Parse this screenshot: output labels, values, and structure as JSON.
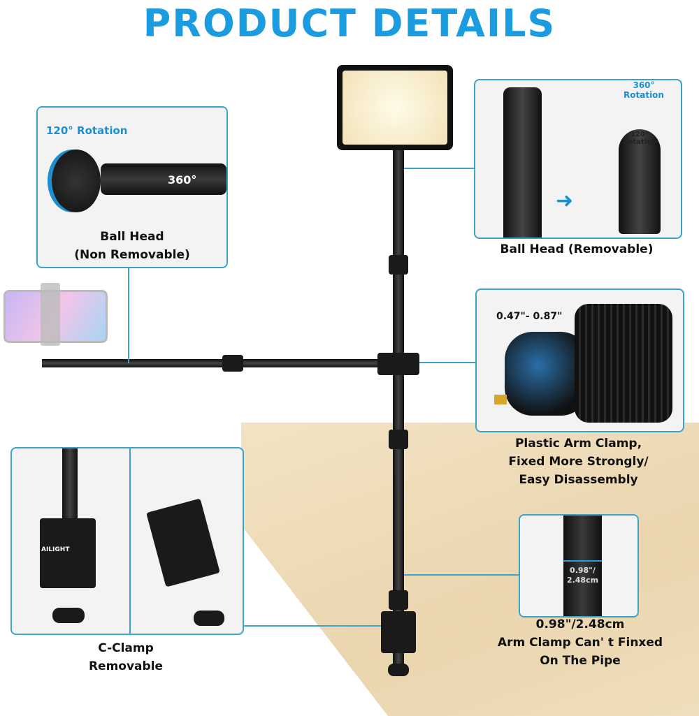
{
  "title": "PRODUCT DETAILS",
  "ball_head_fixed": {
    "rotation": "120° Rotation",
    "swivel": "360°",
    "label_line1": "Ball Head",
    "label_line2": "(Non Removable)"
  },
  "ball_head_removable": {
    "rotation_360": "360°",
    "rotation_360_word": "Rotation",
    "rotation_120": "120°",
    "rotation_120_word": "Rotation",
    "label": "Ball Head (Removable)"
  },
  "arm_clamp": {
    "range": "0.47\"- 0.87\"",
    "label_line1": "Plastic Arm Clamp,",
    "label_line2": "Fixed More Strongly/",
    "label_line3": "Easy Disassembly"
  },
  "pipe": {
    "dim_line1": "0.98\"/",
    "dim_line2": "2.48cm",
    "label_line1": "0.98\"/2.48cm",
    "label_line2": "Arm Clamp Can' t Finxed",
    "label_line3": "On The Pipe"
  },
  "c_clamp": {
    "brand": "AILIGHT",
    "label_line1": "C-Clamp",
    "label_line2": "Removable"
  },
  "colors": {
    "accent": "#1b9be0",
    "frame": "#3da3c8"
  }
}
